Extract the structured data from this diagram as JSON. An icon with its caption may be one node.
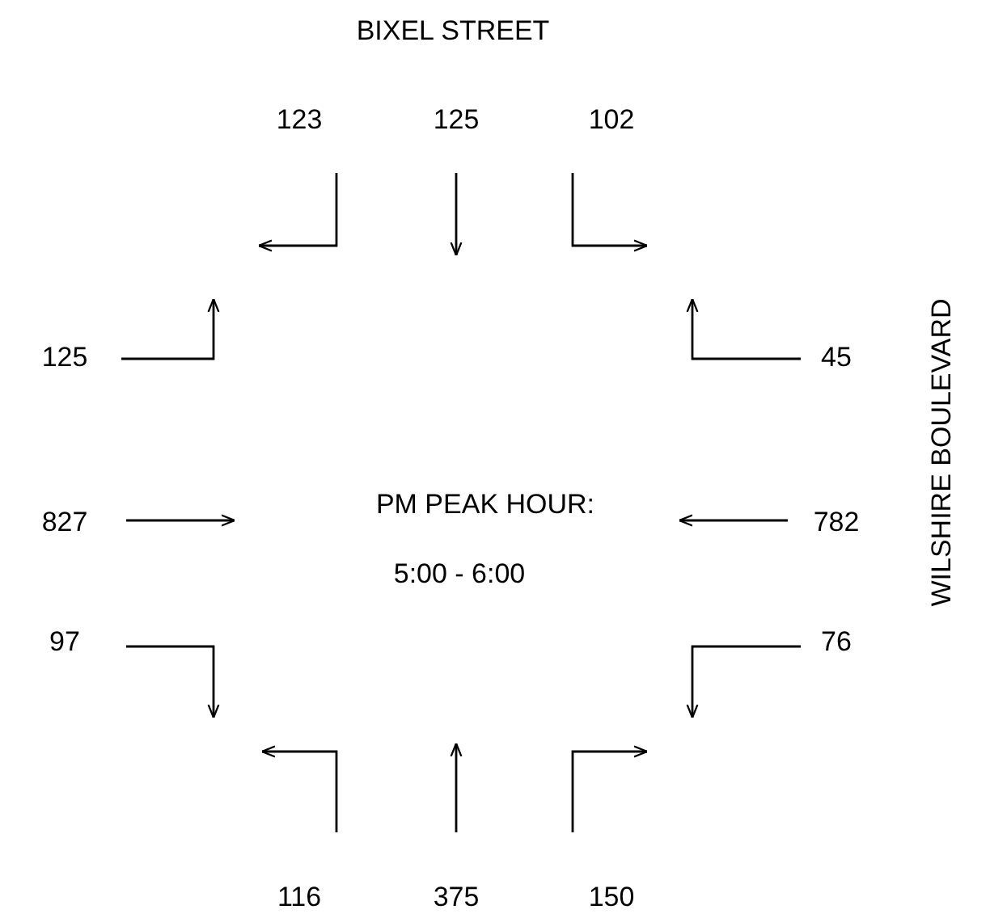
{
  "diagram": {
    "labels": [
      "BIXEL STREET",
      "123",
      "125",
      "102",
      "125",
      "45",
      "827",
      "PM PEAK HOUR:",
      "782",
      "WILSHIRE BOULEVARD",
      "5:00 - 6:00",
      "97",
      "76",
      "116",
      "375",
      "150"
    ]
  }
}
